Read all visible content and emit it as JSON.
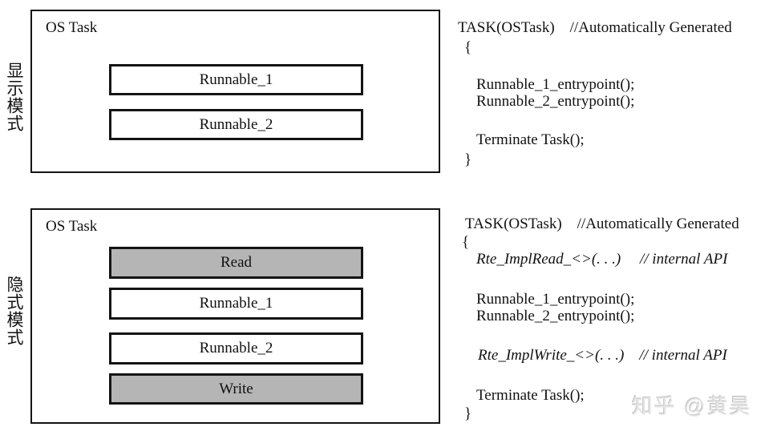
{
  "colors": {
    "shaded_box": "#b5b5b5",
    "border": "#141414",
    "watermark": "#e6e6e6"
  },
  "watermark": "知乎 @黄昊",
  "sections": [
    {
      "mode_label": "显示模式",
      "box_title": "OS Task",
      "rows": [
        {
          "label": "Runnable_1",
          "shaded": false
        },
        {
          "label": "Runnable_2",
          "shaded": false
        }
      ],
      "code_lines": [
        "TASK(OSTask)    //Automatically Generated",
        "{",
        "Runnable_1_entrypoint();",
        "Runnable_2_entrypoint();",
        "Terminate Task();",
        "}"
      ]
    },
    {
      "mode_label": "隐式模式",
      "box_title": "OS Task",
      "rows": [
        {
          "label": "Read",
          "shaded": true
        },
        {
          "label": "Runnable_1",
          "shaded": false
        },
        {
          "label": "Runnable_2",
          "shaded": false
        },
        {
          "label": "Write",
          "shaded": true
        }
      ],
      "code_lines": [
        "TASK(OSTask)    //Automatically Generated",
        "{",
        "Rte_ImplRead_<>(. . .)     // internal API",
        "Runnable_1_entrypoint();",
        "Runnable_2_entrypoint();",
        "Rte_ImplWrite_<>(. . .)    // internal API",
        "Terminate Task();",
        "}"
      ]
    }
  ]
}
